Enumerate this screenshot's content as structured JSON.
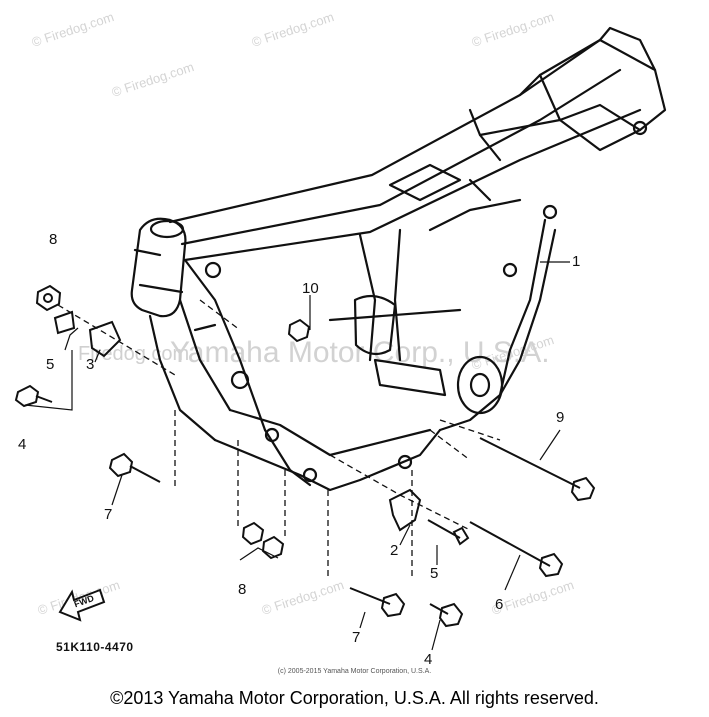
{
  "watermarks": {
    "small": "© Firedog.com",
    "center": "Yamaha Motor Corp., U.S.A.",
    "mid": "Firedog.com"
  },
  "callouts": [
    "1",
    "2",
    "3",
    "4",
    "5",
    "6",
    "7",
    "8",
    "9",
    "10"
  ],
  "fwd_label": "FWD",
  "part_number": "51K110-4470",
  "inner_copyright": "(c) 2005-2015 Yamaha Motor Corporation, U.S.A.",
  "footer_copyright": "©2013 Yamaha Motor Corporation, U.S.A. All rights reserved."
}
